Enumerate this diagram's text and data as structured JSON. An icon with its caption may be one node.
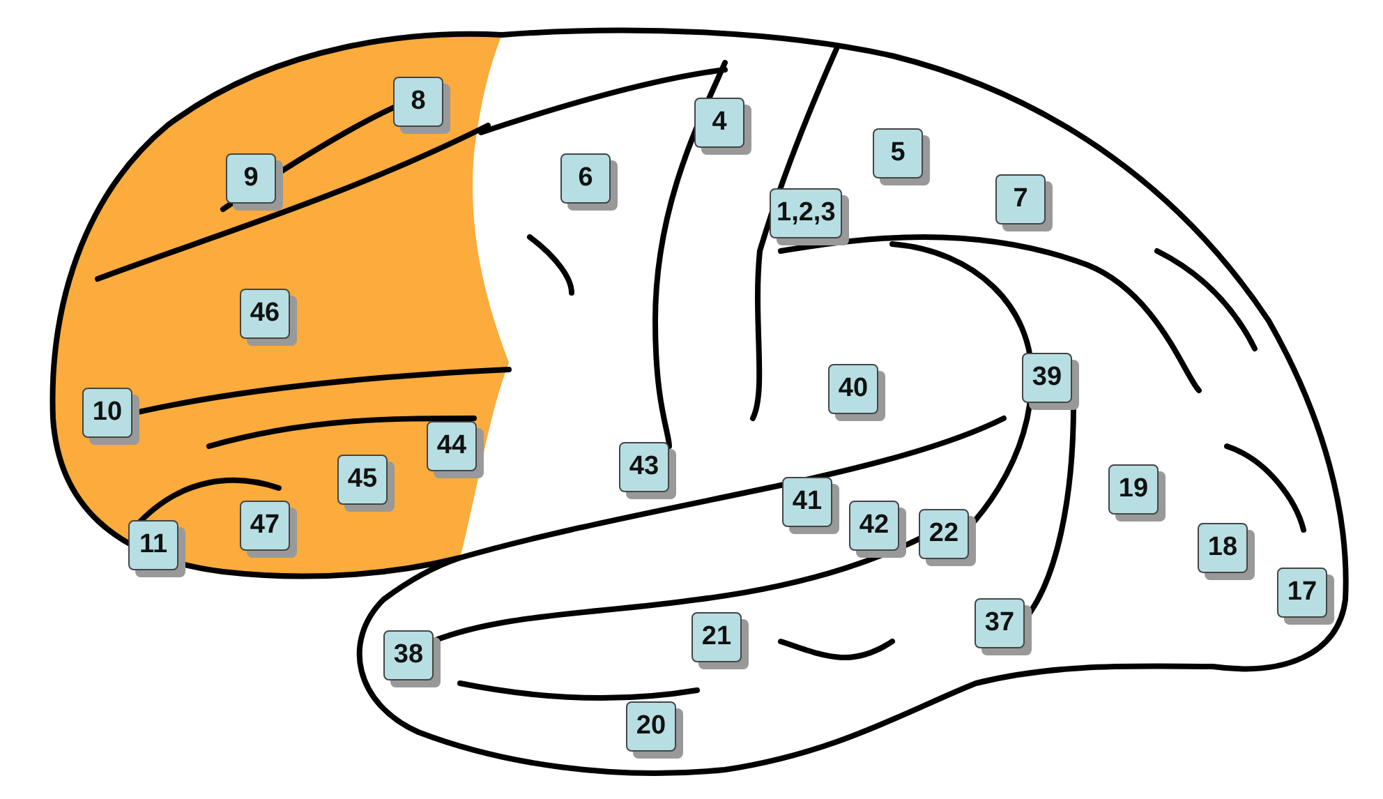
{
  "diagram": {
    "labels": [
      "8",
      "4",
      "5",
      "9",
      "6",
      "1,2,3",
      "7",
      "46",
      "40",
      "39",
      "10",
      "44",
      "43",
      "45",
      "19",
      "41",
      "47",
      "42",
      "22",
      "11",
      "18",
      "17",
      "37",
      "21",
      "38",
      "20"
    ]
  }
}
